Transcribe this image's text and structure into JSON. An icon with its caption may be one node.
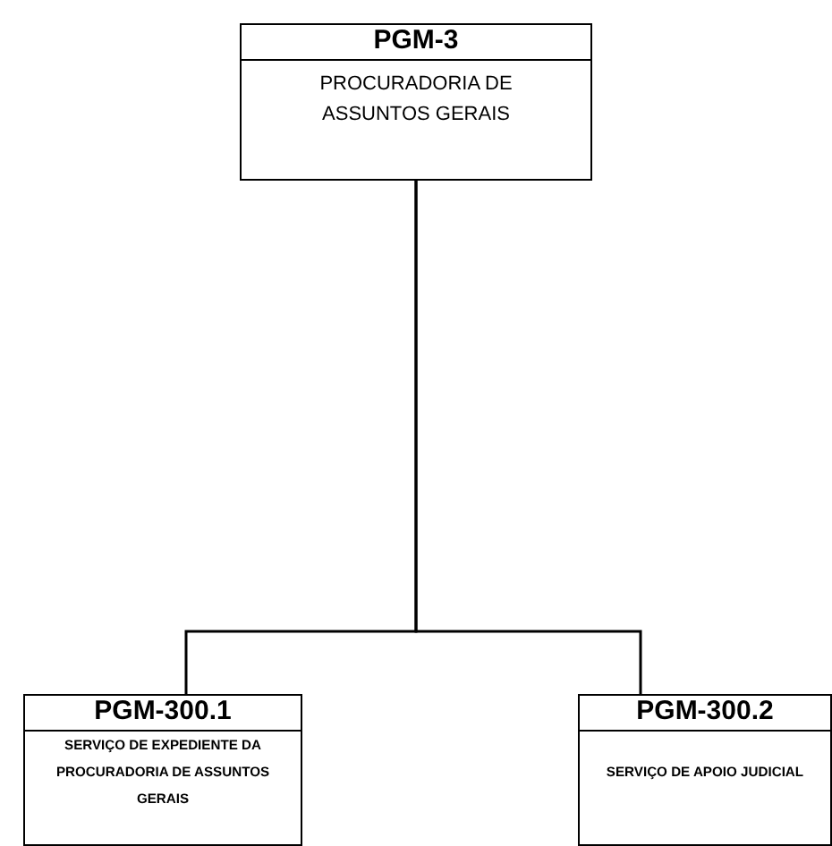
{
  "diagram": {
    "nodes": [
      {
        "text": [
          "PGM-3",
          "PROCURADORIA DE ASSUNTOS GERAIS"
        ]
      },
      {
        "text": [
          "PGM-300.1",
          "SERVIÇO DE EXPEDIENTE DA PROCURADORIA DE ASSUNTOS GERAIS"
        ]
      },
      {
        "text": [
          "PGM-300.2",
          "SERVIÇO DE APOIO JUDICIAL"
        ]
      }
    ],
    "edges": [
      {
        "from": 0,
        "to": 1,
        "arrow": "none"
      },
      {
        "from": 0,
        "to": 2,
        "arrow": "none"
      }
    ]
  }
}
